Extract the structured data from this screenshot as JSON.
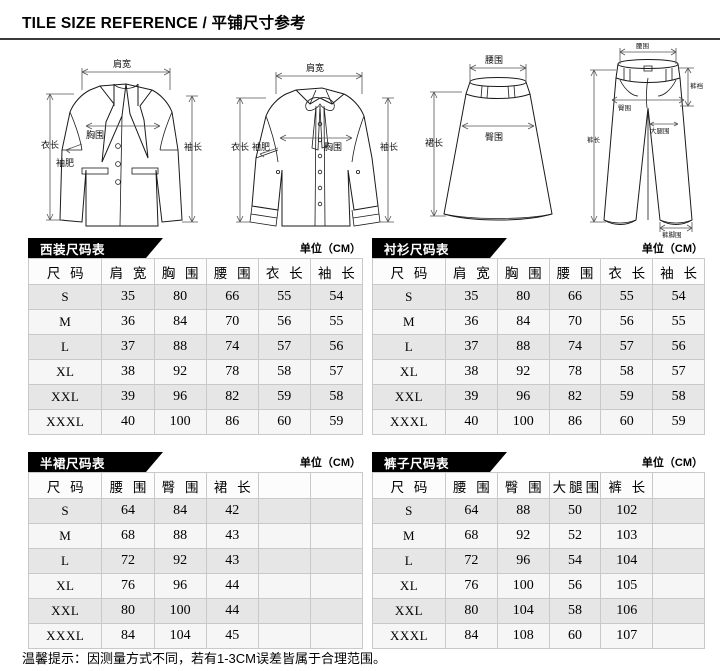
{
  "header": {
    "title": "TILE SIZE REFERENCE / 平铺尺寸参考"
  },
  "figures": {
    "blazer": {
      "name": "blazer-diagram",
      "labels": {
        "shoulder": "肩宽",
        "bust": "胸围",
        "length": "衣长",
        "sleeve_width": "袖肥",
        "sleeve_length": "袖长"
      }
    },
    "blouse": {
      "name": "blouse-diagram",
      "labels": {
        "shoulder": "肩宽",
        "bust": "胸围",
        "length": "衣长",
        "sleeve_width": "袖肥",
        "sleeve_length": "袖长"
      }
    },
    "skirt": {
      "name": "skirt-diagram",
      "labels": {
        "waist": "腰围",
        "hip": "臀围",
        "length": "裙长"
      }
    },
    "pants": {
      "name": "pants-diagram",
      "labels": {
        "waist": "腰围",
        "hip": "臀围",
        "crotch": "裤裆",
        "thigh": "大腿围",
        "length": "裤长",
        "leg_opening": "裤脚围"
      }
    }
  },
  "tables": [
    {
      "id": "suit",
      "title": "西装尺码表",
      "unit": "单位（CM）",
      "columns": [
        "尺  码",
        "肩 宽",
        "胸 围",
        "腰 围",
        "衣 长",
        "袖 长",
        "",
        ""
      ],
      "column_count": 6,
      "rows": [
        [
          "S",
          "35",
          "80",
          "66",
          "55",
          "54"
        ],
        [
          "M",
          "36",
          "84",
          "70",
          "56",
          "55"
        ],
        [
          "L",
          "37",
          "88",
          "74",
          "57",
          "56"
        ],
        [
          "XL",
          "38",
          "92",
          "78",
          "58",
          "57"
        ],
        [
          "XXL",
          "39",
          "96",
          "82",
          "59",
          "58"
        ],
        [
          "XXXL",
          "40",
          "100",
          "86",
          "60",
          "59"
        ]
      ]
    },
    {
      "id": "shirt",
      "title": "衬衫尺码表",
      "unit": "单位（CM）",
      "columns": [
        "尺  码",
        "肩 宽",
        "胸 围",
        "腰 围",
        "衣 长",
        "袖 长"
      ],
      "column_count": 6,
      "rows": [
        [
          "S",
          "35",
          "80",
          "66",
          "55",
          "54"
        ],
        [
          "M",
          "36",
          "84",
          "70",
          "56",
          "55"
        ],
        [
          "L",
          "37",
          "88",
          "74",
          "57",
          "56"
        ],
        [
          "XL",
          "38",
          "92",
          "78",
          "58",
          "57"
        ],
        [
          "XXL",
          "39",
          "96",
          "82",
          "59",
          "58"
        ],
        [
          "XXXL",
          "40",
          "100",
          "86",
          "60",
          "59"
        ]
      ]
    },
    {
      "id": "skirt",
      "title": "半裙尺码表",
      "unit": "单位（CM）",
      "columns": [
        "尺  码",
        "腰 围",
        "臀 围",
        "裙 长",
        "",
        ""
      ],
      "column_count": 6,
      "rows": [
        [
          "S",
          "64",
          "84",
          "42",
          "",
          ""
        ],
        [
          "M",
          "68",
          "88",
          "43",
          "",
          ""
        ],
        [
          "L",
          "72",
          "92",
          "43",
          "",
          ""
        ],
        [
          "XL",
          "76",
          "96",
          "44",
          "",
          ""
        ],
        [
          "XXL",
          "80",
          "100",
          "44",
          "",
          ""
        ],
        [
          "XXXL",
          "84",
          "104",
          "45",
          "",
          ""
        ]
      ]
    },
    {
      "id": "pants",
      "title": "裤子尺码表",
      "unit": "单位（CM）",
      "columns": [
        "尺  码",
        "腰 围",
        "臀 围",
        "大腿围",
        "裤 长",
        ""
      ],
      "column_count": 6,
      "rows": [
        [
          "S",
          "64",
          "88",
          "50",
          "102",
          ""
        ],
        [
          "M",
          "68",
          "92",
          "52",
          "103",
          ""
        ],
        [
          "L",
          "72",
          "96",
          "54",
          "104",
          ""
        ],
        [
          "XL",
          "76",
          "100",
          "56",
          "105",
          ""
        ],
        [
          "XXL",
          "80",
          "104",
          "58",
          "106",
          ""
        ],
        [
          "XXXL",
          "84",
          "108",
          "60",
          "107",
          ""
        ]
      ]
    }
  ],
  "footer": {
    "note": "温馨提示：因测量方式不同，若有1-3CM误差皆属于合理范围。"
  },
  "colors": {
    "ribbon": "#000000",
    "row_odd": "#e6e6e6",
    "row_even": "#f6f6f6",
    "border": "#c9c9c9",
    "rule": "#3a3a3a"
  }
}
